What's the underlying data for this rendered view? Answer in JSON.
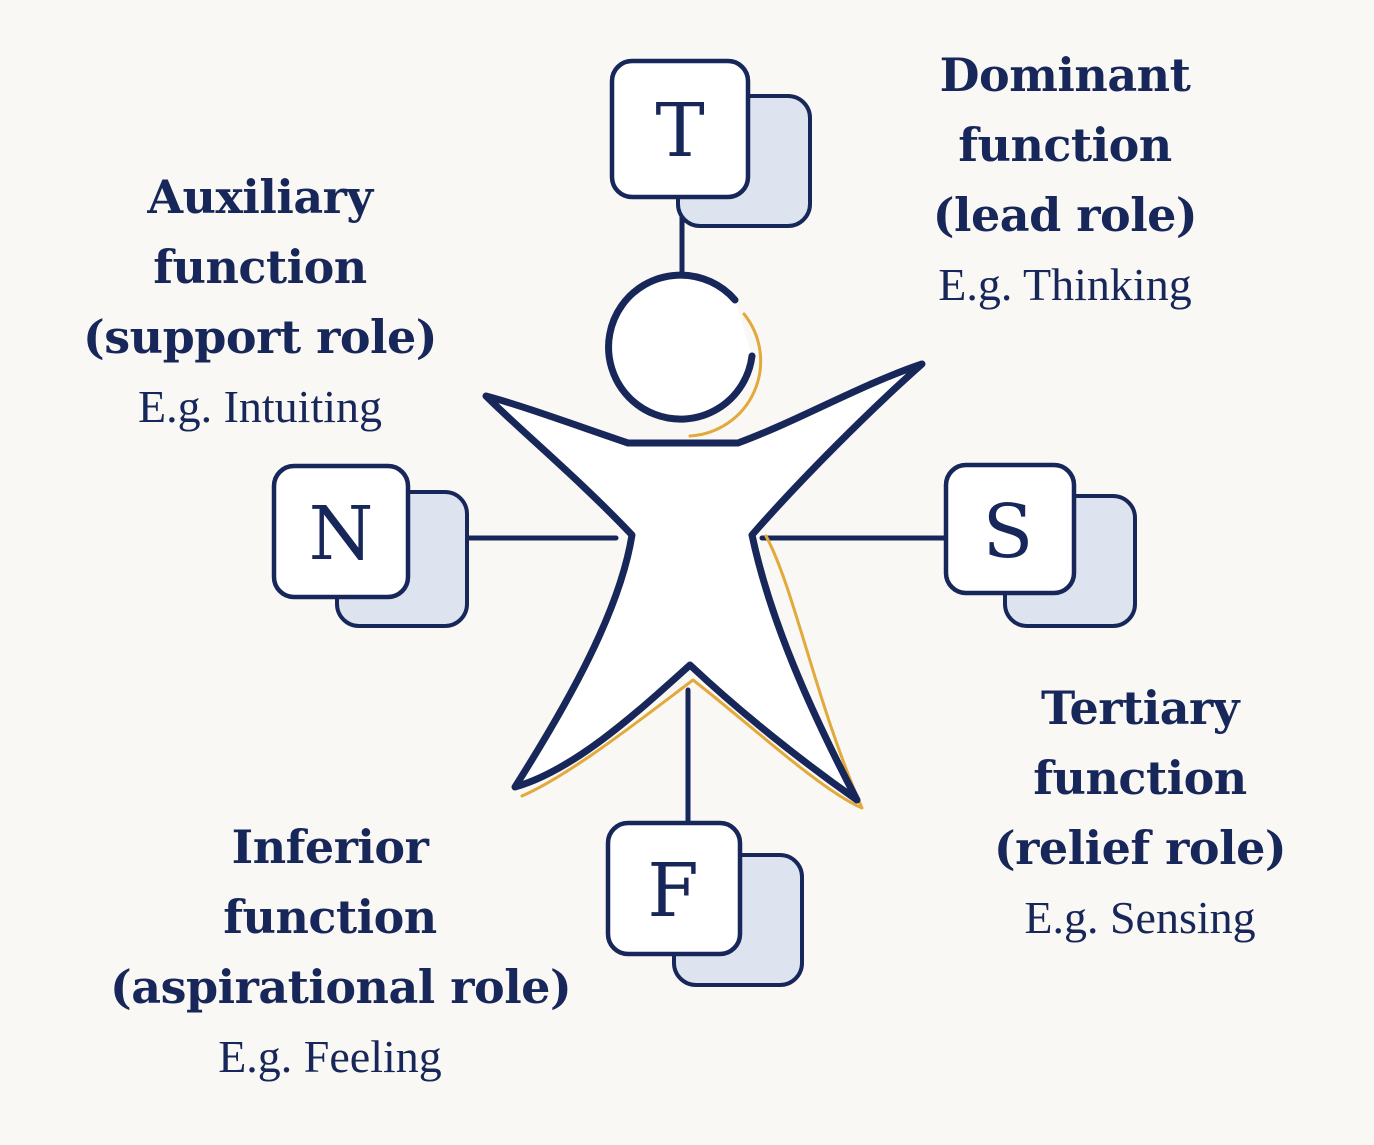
{
  "colors": {
    "background": "#faf8f4",
    "navy": "#17275a",
    "card_fill": "#ffffff",
    "shadow_card_fill": "#dde4f0",
    "gold_accent": "#e2a93b"
  },
  "functions": {
    "dominant": {
      "letter": "T",
      "title_lines": [
        "Dominant",
        "function",
        "(lead role)"
      ],
      "example": "E.g. Thinking"
    },
    "auxiliary": {
      "letter": "N",
      "title_lines": [
        "Auxiliary",
        "function",
        "(support role)"
      ],
      "example": "E.g. Intuiting"
    },
    "tertiary": {
      "letter": "S",
      "title_lines": [
        "Tertiary",
        "function",
        "(relief role)"
      ],
      "example": "E.g. Sensing"
    },
    "inferior": {
      "letter": "F",
      "title_lines": [
        "Inferior",
        "function",
        "(aspirational role)"
      ],
      "example": "E.g. Feeling"
    }
  }
}
